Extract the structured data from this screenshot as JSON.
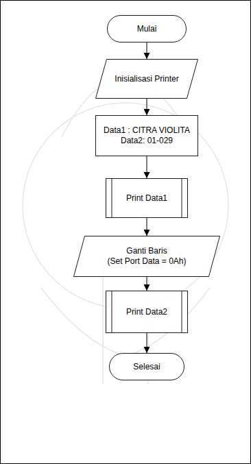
{
  "diagram": {
    "nodes": [
      {
        "text": [
          "Mulai"
        ]
      },
      {
        "text": [
          "Inisialisasi Printer"
        ]
      },
      {
        "text": [
          "Data1 : CITRA VIOLITA",
          "Data2: 01-029"
        ]
      },
      {
        "text": [
          "Print Data1"
        ]
      },
      {
        "text": [
          "Ganti Baris",
          "(Set Port Data = 0Ah)"
        ]
      },
      {
        "text": [
          "Print Data2"
        ]
      },
      {
        "text": [
          "Selesai"
        ]
      }
    ],
    "edges": [
      {
        "from": 0,
        "to": 1,
        "arrow": "to"
      },
      {
        "from": 1,
        "to": 2,
        "arrow": "to"
      },
      {
        "from": 2,
        "to": 3,
        "arrow": "to"
      },
      {
        "from": 3,
        "to": 4,
        "arrow": "to"
      },
      {
        "from": 4,
        "to": 5,
        "arrow": "to"
      },
      {
        "from": 5,
        "to": 6,
        "arrow": "to"
      }
    ]
  }
}
